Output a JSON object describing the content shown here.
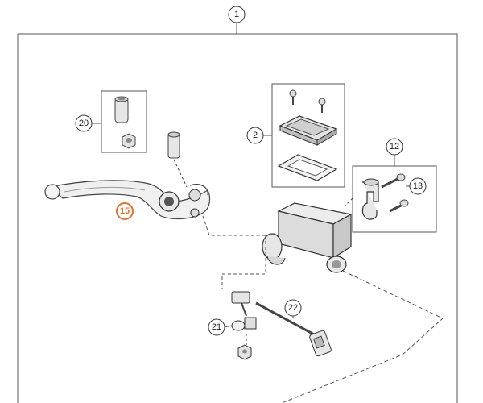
{
  "callouts": {
    "main_assembly": "1",
    "reservoir_cap_kit": "2",
    "clamp_kit": "12",
    "clamp_screw": "13",
    "lever": "15",
    "adjuster_kit": "20",
    "switch": "21",
    "switch_cable": "22"
  },
  "highlight_color": "#e8702a",
  "line_color": "#555555"
}
